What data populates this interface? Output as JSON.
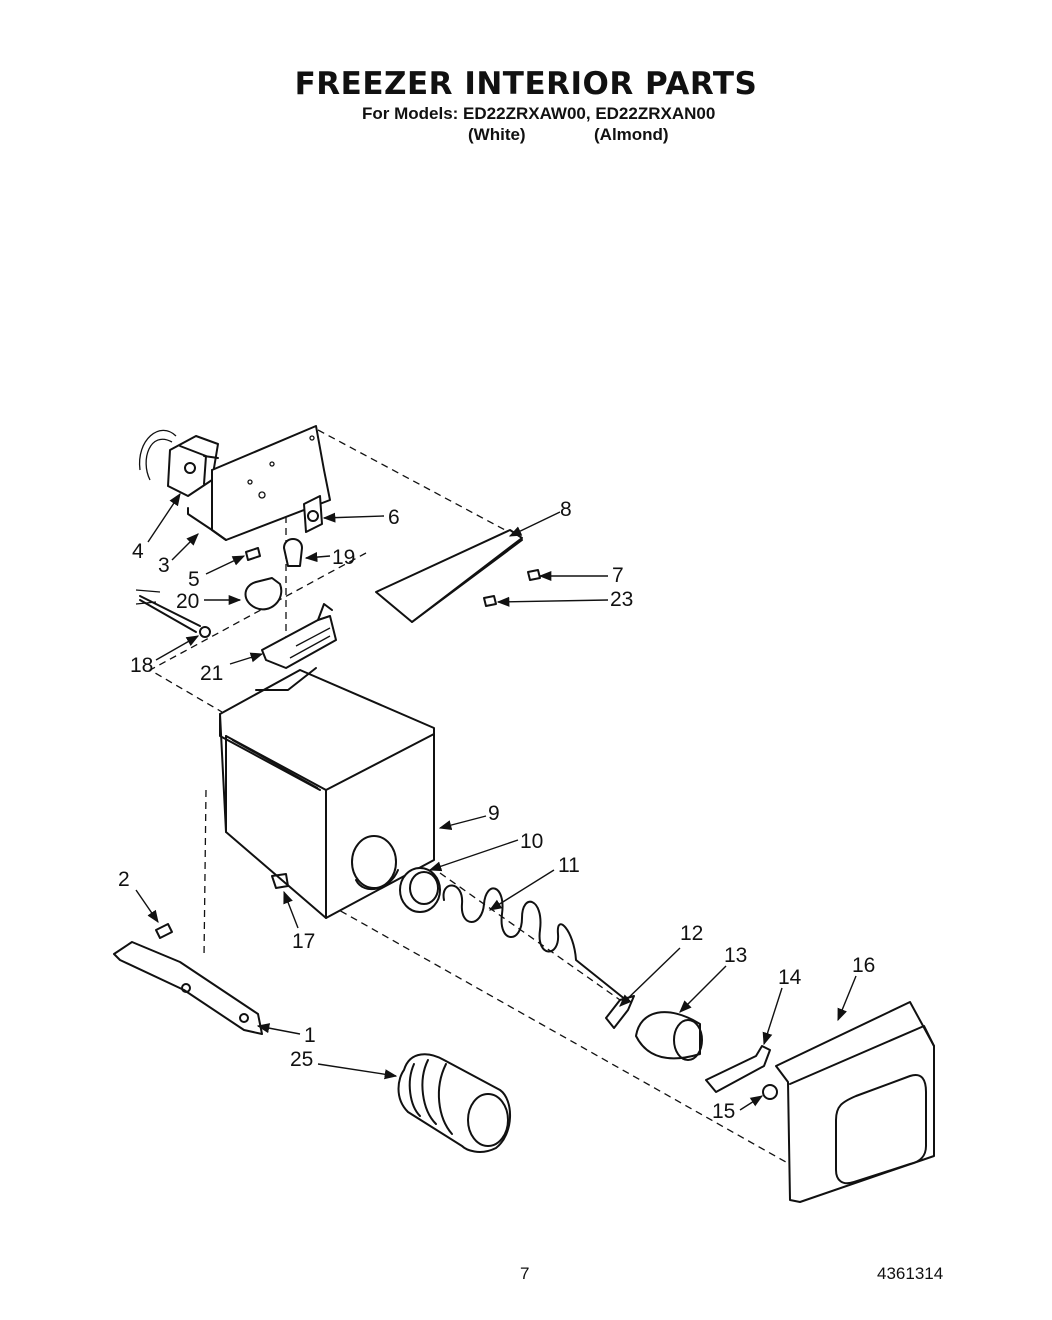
{
  "header": {
    "title": "FREEZER INTERIOR PARTS",
    "models_line": "For Models: ED22ZRXAW00, ED22ZRXAN00",
    "color_white": "(White)",
    "color_almond": "(Almond)"
  },
  "callouts": [
    {
      "id": "c1",
      "label": "1"
    },
    {
      "id": "c2",
      "label": "2"
    },
    {
      "id": "c3",
      "label": "3"
    },
    {
      "id": "c4",
      "label": "4"
    },
    {
      "id": "c5",
      "label": "5"
    },
    {
      "id": "c6",
      "label": "6"
    },
    {
      "id": "c7",
      "label": "7"
    },
    {
      "id": "c8",
      "label": "8"
    },
    {
      "id": "c9",
      "label": "9"
    },
    {
      "id": "c10",
      "label": "10"
    },
    {
      "id": "c11",
      "label": "11"
    },
    {
      "id": "c12",
      "label": "12"
    },
    {
      "id": "c13",
      "label": "13"
    },
    {
      "id": "c14",
      "label": "14"
    },
    {
      "id": "c15",
      "label": "15"
    },
    {
      "id": "c16",
      "label": "16"
    },
    {
      "id": "c17",
      "label": "17"
    },
    {
      "id": "c18",
      "label": "18"
    },
    {
      "id": "c19",
      "label": "19"
    },
    {
      "id": "c20",
      "label": "20"
    },
    {
      "id": "c21",
      "label": "21"
    },
    {
      "id": "c23",
      "label": "23"
    },
    {
      "id": "c25",
      "label": "25"
    }
  ],
  "footer": {
    "page_number": "7",
    "document_number": "4361314"
  }
}
